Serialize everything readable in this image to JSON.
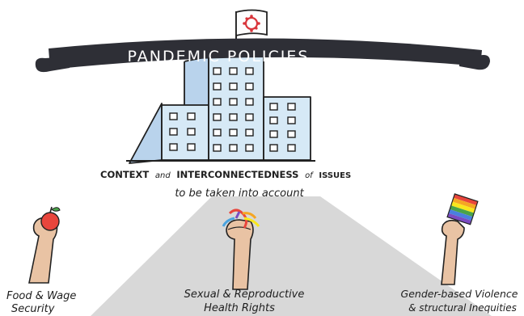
{
  "banner": {
    "title": "PANDEMIC POLICIES"
  },
  "subtitle": {
    "line1_caps_a": "CONTEXT",
    "line1_and": "and",
    "line1_caps_b": "INTERCONNECTEDNESS",
    "line1_of": "of",
    "line1_caps_c": "ISSUES",
    "line2": "to be taken into account"
  },
  "issues": [
    {
      "line1": "Food & Wage",
      "line2": "Security",
      "item": "apple-icon"
    },
    {
      "line1": "Sexual & Reproductive",
      "line2": "Health Rights",
      "item": "rainbow-ribbon-icon"
    },
    {
      "line1": "Gender-based Violence",
      "line2": "& structural Inequities",
      "item": "rainbow-flag-icon"
    }
  ],
  "colors": {
    "banner": "#2e2f36",
    "building_light": "#d6e9f6",
    "building_shade": "#b9d3ec",
    "spotlight": "#d8d8d8",
    "skin": "#e9c3a4",
    "apple": "#e8453c",
    "flag_logo": "#d8343a"
  }
}
